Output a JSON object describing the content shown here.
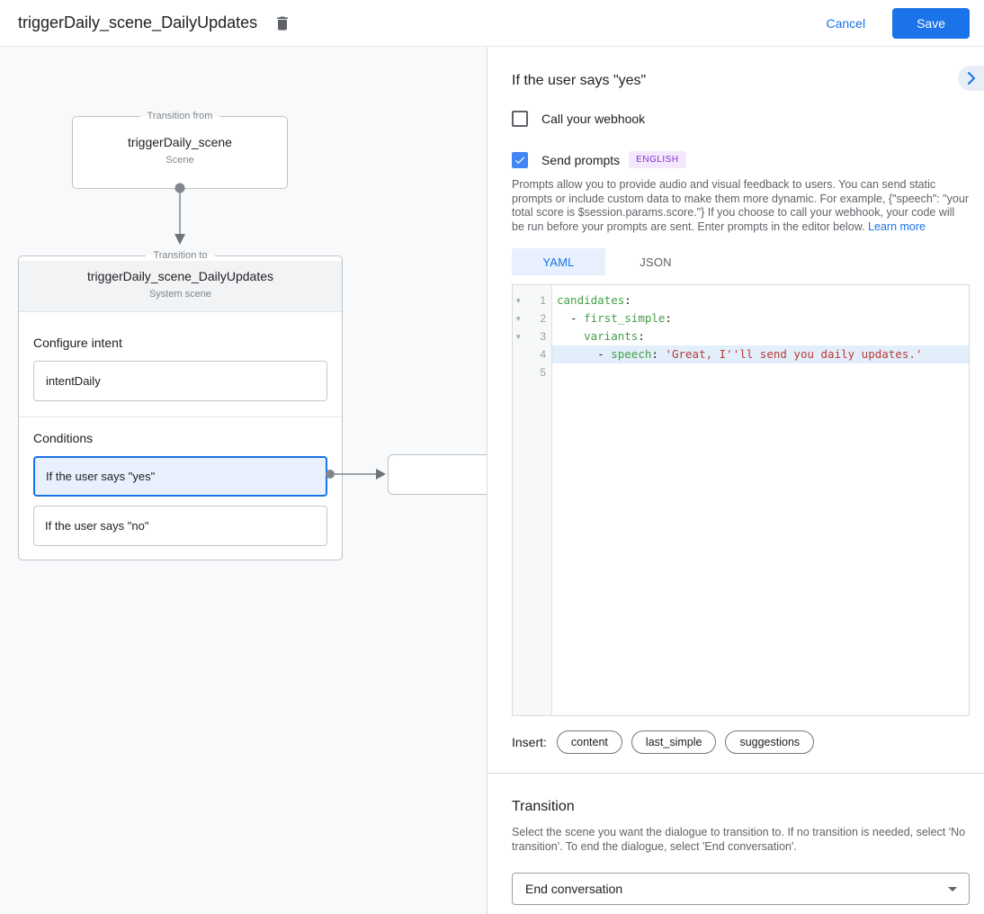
{
  "topbar": {
    "title": "triggerDaily_scene_DailyUpdates",
    "cancel_label": "Cancel",
    "save_label": "Save"
  },
  "canvas": {
    "transition_from": {
      "legend": "Transition from",
      "name": "triggerDaily_scene",
      "type": "Scene"
    },
    "transition_to": {
      "legend": "Transition to",
      "name": "triggerDaily_scene_DailyUpdates",
      "type": "System scene"
    },
    "configure_intent": {
      "heading": "Configure intent",
      "value": "intentDaily"
    },
    "conditions": {
      "heading": "Conditions",
      "items": [
        {
          "label": "If the user says \"yes\"",
          "selected": true
        },
        {
          "label": "If the user says \"no\"",
          "selected": false
        }
      ]
    }
  },
  "panel": {
    "title": "If the user says \"yes\"",
    "webhook": {
      "label": "Call your webhook",
      "checked": false
    },
    "send_prompts": {
      "label": "Send prompts",
      "badge": "ENGLISH",
      "checked": true
    },
    "description": "Prompts allow you to provide audio and visual feedback to users. You can send static prompts or include custom data to make them more dynamic. For example, {\"speech\": \"your total score is $session.params.score.\"} If you choose to call your webhook, your code will be run before your prompts are sent. Enter prompts in the editor below. ",
    "learn_more": "Learn more",
    "tabs": [
      {
        "label": "YAML",
        "active": true
      },
      {
        "label": "JSON",
        "active": false
      }
    ],
    "editor": {
      "lines": [
        {
          "num": "1",
          "fold": true,
          "hl": false,
          "tokens": [
            [
              "key",
              "candidates"
            ],
            [
              "pln",
              ":"
            ]
          ]
        },
        {
          "num": "2",
          "fold": true,
          "hl": false,
          "tokens": [
            [
              "pln",
              "  - "
            ],
            [
              "key",
              "first_simple"
            ],
            [
              "pln",
              ":"
            ]
          ]
        },
        {
          "num": "3",
          "fold": true,
          "hl": false,
          "tokens": [
            [
              "pln",
              "    "
            ],
            [
              "key",
              "variants"
            ],
            [
              "pln",
              ":"
            ]
          ]
        },
        {
          "num": "4",
          "fold": false,
          "hl": true,
          "tokens": [
            [
              "pln",
              "      - "
            ],
            [
              "key",
              "speech"
            ],
            [
              "pln",
              ": "
            ],
            [
              "str",
              "'Great, I''ll send you daily updates.'"
            ]
          ]
        },
        {
          "num": "5",
          "fold": false,
          "hl": false,
          "tokens": []
        }
      ]
    },
    "insert": {
      "label": "Insert:",
      "chips": [
        "content",
        "last_simple",
        "suggestions"
      ]
    },
    "transition": {
      "heading": "Transition",
      "description": "Select the scene you want the dialogue to transition to. If no transition is needed, select 'No transition'. To end the dialogue, select 'End conversation'.",
      "select_value": "End conversation"
    }
  },
  "colors": {
    "accent": "#1a73e8",
    "checkbox_checked": "#4285f4",
    "badge_bg": "#f3e8fd",
    "badge_text": "#8430ce",
    "code_key": "#43a047",
    "code_string": "#b93c37",
    "active_line_bg": "#e3eefb",
    "condition_selected_bg": "#e8f0fe",
    "condition_selected_border": "#1a73e8"
  }
}
